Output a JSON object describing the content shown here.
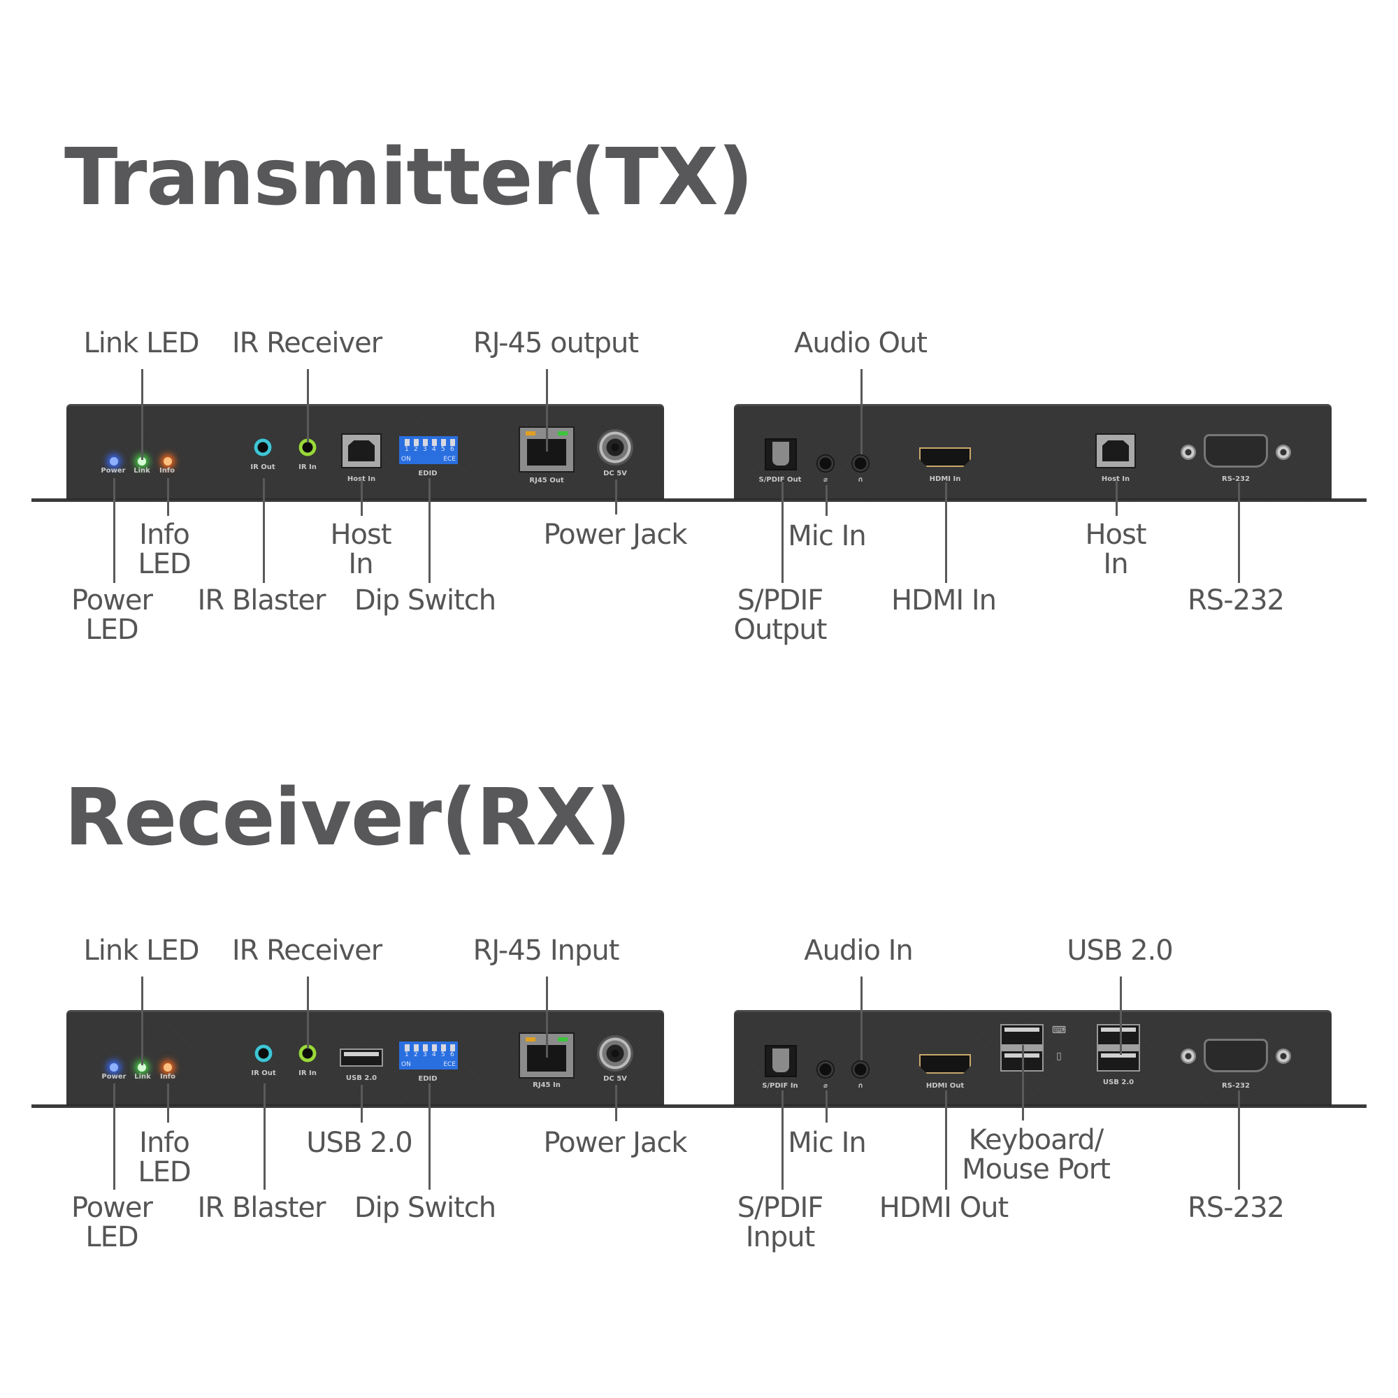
{
  "tx": {
    "title": "Transmitter(TX)",
    "front_panel": {
      "silkscreen": {
        "power": "Power",
        "link": "Link",
        "info": "Info",
        "ir_out": "IR Out",
        "ir_in": "IR In",
        "host_in": "Host In",
        "edid": "EDID",
        "rj45": "RJ45 Out",
        "dc": "DC 5V"
      },
      "dip": {
        "numbers": [
          "1",
          "2",
          "3",
          "4",
          "5",
          "6"
        ],
        "on": "ON",
        "ece": "ECE"
      },
      "callouts_top": [
        "Link LED",
        "IR Receiver",
        "RJ-45 output"
      ],
      "callouts_bottom": {
        "info_led": "Info\nLED",
        "host_in": "Host\nIn",
        "power_jack": "Power Jack",
        "power_led": "Power\nLED",
        "ir_blaster": "IR Blaster",
        "dip_switch": "Dip Switch"
      }
    },
    "rear_panel": {
      "silkscreen": {
        "spdif": "S/PDIF Out",
        "mic": "⌀",
        "headphone": "∩",
        "hdmi": "HDMI In",
        "host_in": "Host In",
        "rs232": "RS-232"
      },
      "callouts_top": [
        "Audio Out"
      ],
      "callouts_bottom": {
        "mic_in": "Mic In",
        "host_in": "Host\nIn",
        "spdif": "S/PDIF\nOutput",
        "hdmi": "HDMI In",
        "rs232": "RS-232"
      }
    }
  },
  "rx": {
    "title": "Receiver(RX)",
    "front_panel": {
      "silkscreen": {
        "power": "Power",
        "link": "Link",
        "info": "Info",
        "ir_out": "IR Out",
        "ir_in": "IR In",
        "usb": "USB 2.0",
        "edid": "EDID",
        "rj45": "RJ45 In",
        "dc": "DC 5V"
      },
      "dip": {
        "numbers": [
          "1",
          "2",
          "3",
          "4",
          "5",
          "6"
        ],
        "on": "ON",
        "ece": "ECE"
      },
      "callouts_top": [
        "Link LED",
        "IR Receiver",
        "RJ-45 Input"
      ],
      "callouts_bottom": {
        "info_led": "Info\nLED",
        "usb": "USB 2.0",
        "power_jack": "Power Jack",
        "power_led": "Power\nLED",
        "ir_blaster": "IR Blaster",
        "dip_switch": "Dip Switch"
      }
    },
    "rear_panel": {
      "silkscreen": {
        "spdif": "S/PDIF In",
        "mic": "⌀",
        "headphone": "∩",
        "hdmi": "HDMI Out",
        "usb": "USB 2.0",
        "rs232": "RS-232",
        "keyboard_icon": "⌨",
        "mouse_icon": "▯"
      },
      "callouts_top": [
        "Audio In",
        "USB 2.0"
      ],
      "callouts_bottom": {
        "mic_in": "Mic In",
        "kbm": "Keyboard/\nMouse Port",
        "spdif": "S/PDIF\nInput",
        "hdmi": "HDMI Out",
        "rs232": "RS-232"
      }
    }
  },
  "colors": {
    "text": "#555555",
    "chassis": "#363636",
    "led_power": "#4a7dff",
    "led_link": "#7dff7d",
    "led_info": "#ff7a2a",
    "ir_out_ring": "#3fc6d6",
    "ir_in_ring": "#9ad93a",
    "dip_blue": "#2a6fe0"
  }
}
